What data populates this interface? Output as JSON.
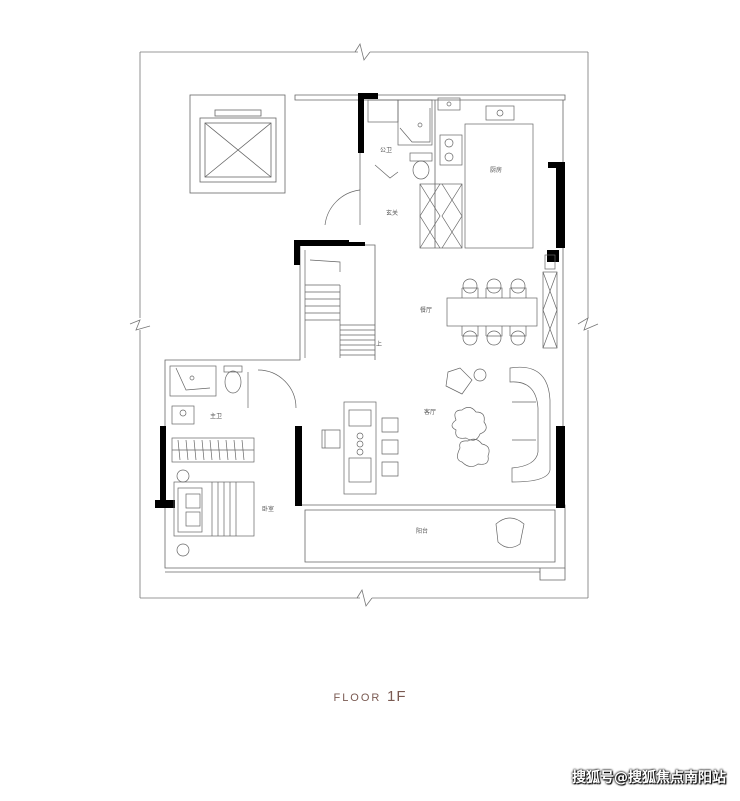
{
  "floor": {
    "word": "FLOOR",
    "number": "1F"
  },
  "rooms": {
    "guest_bath": "公卫",
    "kitchen": "厨房",
    "entrance": "玄关",
    "dining": "餐厅",
    "up": "上",
    "master_bath": "主卫",
    "living": "客厅",
    "bedroom": "卧室",
    "balcony": "阳台"
  },
  "watermark": "搜狐号@搜狐焦点南阳站",
  "colors": {
    "line": "#666666",
    "wall": "#000000",
    "label": "#7a5a52"
  }
}
